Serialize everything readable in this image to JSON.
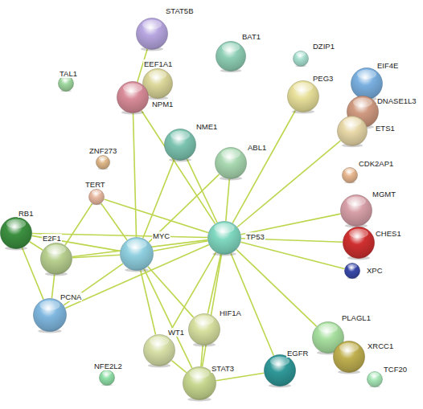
{
  "diagram": {
    "nodes": [
      {
        "text": [
          "STAT5B"
        ]
      },
      {
        "text": [
          "TAL1"
        ]
      },
      {
        "text": [
          "EEF1A1"
        ]
      },
      {
        "text": [
          "NPM1"
        ]
      },
      {
        "text": [
          "BAT1"
        ]
      },
      {
        "text": [
          "DZIP1"
        ]
      },
      {
        "text": [
          "EIF4E"
        ]
      },
      {
        "text": [
          "PEG3"
        ]
      },
      {
        "text": [
          "DNASE1L3"
        ]
      },
      {
        "text": [
          "ETS1"
        ]
      },
      {
        "text": [
          "ZNF273"
        ]
      },
      {
        "text": [
          "NME1"
        ]
      },
      {
        "text": [
          "ABL1"
        ]
      },
      {
        "text": [
          "CDK2AP1"
        ]
      },
      {
        "text": [
          "TERT"
        ]
      },
      {
        "text": [
          "MGMT"
        ]
      },
      {
        "text": [
          "RB1"
        ]
      },
      {
        "text": [
          "CHES1"
        ]
      },
      {
        "text": [
          "E2F1"
        ]
      },
      {
        "text": [
          "MYC"
        ]
      },
      {
        "text": [
          "TP53"
        ]
      },
      {
        "text": [
          "XPC"
        ]
      },
      {
        "text": [
          "PCNA"
        ]
      },
      {
        "text": [
          "PLAGL1"
        ]
      },
      {
        "text": [
          "HIF1A"
        ]
      },
      {
        "text": [
          "WT1"
        ]
      },
      {
        "text": [
          "XRCC1"
        ]
      },
      {
        "text": [
          "NFE2L2"
        ]
      },
      {
        "text": [
          "EGFR"
        ]
      },
      {
        "text": [
          "STAT3"
        ]
      },
      {
        "text": [
          "TCF20"
        ]
      }
    ],
    "edges": [
      {
        "from": 0,
        "to": 3,
        "arrow": "none"
      },
      {
        "from": 3,
        "to": 20,
        "arrow": "none"
      },
      {
        "from": 3,
        "to": 19,
        "arrow": "none"
      },
      {
        "from": 11,
        "to": 20,
        "arrow": "none"
      },
      {
        "from": 11,
        "to": 19,
        "arrow": "none"
      },
      {
        "from": 12,
        "to": 20,
        "arrow": "none"
      },
      {
        "from": 12,
        "to": 19,
        "arrow": "none"
      },
      {
        "from": 7,
        "to": 20,
        "arrow": "none"
      },
      {
        "from": 9,
        "to": 20,
        "arrow": "none"
      },
      {
        "from": 20,
        "to": 15,
        "arrow": "none"
      },
      {
        "from": 20,
        "to": 17,
        "arrow": "none"
      },
      {
        "from": 20,
        "to": 21,
        "arrow": "none"
      },
      {
        "from": 20,
        "to": 23,
        "arrow": "none"
      },
      {
        "from": 20,
        "to": 28,
        "arrow": "none"
      },
      {
        "from": 20,
        "to": 24,
        "arrow": "none"
      },
      {
        "from": 20,
        "to": 29,
        "arrow": "none"
      },
      {
        "from": 20,
        "to": 25,
        "arrow": "none"
      },
      {
        "from": 19,
        "to": 20,
        "arrow": "none"
      },
      {
        "from": 18,
        "to": 20,
        "arrow": "none"
      },
      {
        "from": 16,
        "to": 20,
        "arrow": "none"
      },
      {
        "from": 22,
        "to": 20,
        "arrow": "none"
      },
      {
        "from": 14,
        "to": 20,
        "arrow": "none"
      },
      {
        "from": 14,
        "to": 19,
        "arrow": "none"
      },
      {
        "from": 18,
        "to": 19,
        "arrow": "none"
      },
      {
        "from": 16,
        "to": 19,
        "arrow": "none"
      },
      {
        "from": 22,
        "to": 19,
        "arrow": "none"
      },
      {
        "from": 19,
        "to": 24,
        "arrow": "none"
      },
      {
        "from": 19,
        "to": 25,
        "arrow": "none"
      },
      {
        "from": 19,
        "to": 29,
        "arrow": "none"
      },
      {
        "from": 16,
        "to": 18,
        "arrow": "none"
      },
      {
        "from": 18,
        "to": 22,
        "arrow": "none"
      },
      {
        "from": 16,
        "to": 22,
        "arrow": "none"
      },
      {
        "from": 14,
        "to": 18,
        "arrow": "none"
      },
      {
        "from": 24,
        "to": 29,
        "arrow": "none"
      },
      {
        "from": 25,
        "to": 29,
        "arrow": "none"
      },
      {
        "from": 29,
        "to": 28,
        "arrow": "none"
      }
    ]
  }
}
